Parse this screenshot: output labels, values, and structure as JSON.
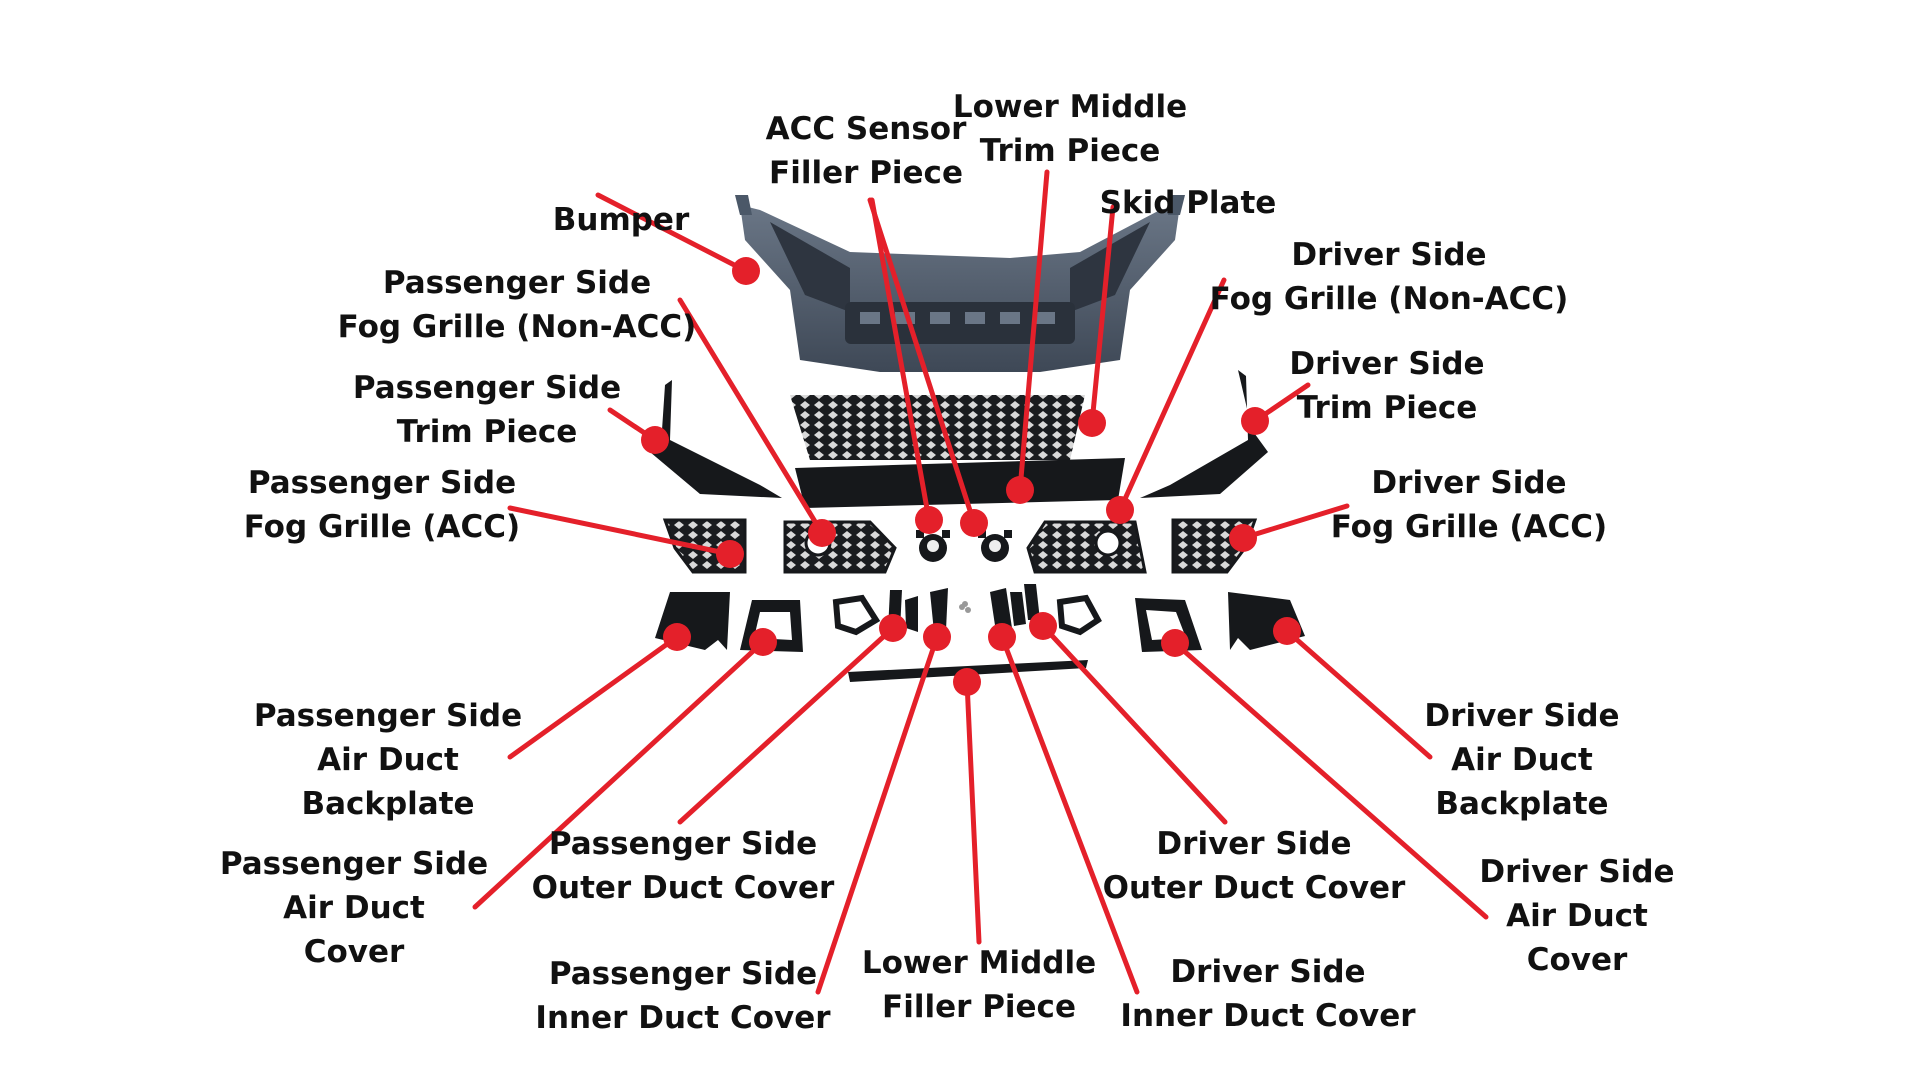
{
  "labels": [
    {
      "id": "bumper",
      "lines": [
        "Bumper"
      ]
    },
    {
      "id": "acc-sensor-filler",
      "lines": [
        "ACC Sensor",
        "Filler Piece"
      ]
    },
    {
      "id": "lower-middle-trim",
      "lines": [
        "Lower Middle",
        "Trim Piece"
      ]
    },
    {
      "id": "skid-plate",
      "lines": [
        "Skid Plate"
      ]
    },
    {
      "id": "passenger-fog-grille-non-acc",
      "lines": [
        "Passenger Side",
        "Fog Grille (Non-ACC)"
      ]
    },
    {
      "id": "driver-fog-grille-non-acc",
      "lines": [
        "Driver Side",
        "Fog Grille (Non-ACC)"
      ]
    },
    {
      "id": "passenger-trim-piece",
      "lines": [
        "Passenger Side",
        "Trim Piece"
      ]
    },
    {
      "id": "driver-trim-piece",
      "lines": [
        "Driver Side",
        "Trim Piece"
      ]
    },
    {
      "id": "passenger-fog-grille-acc",
      "lines": [
        "Passenger Side",
        "Fog Grille (ACC)"
      ]
    },
    {
      "id": "driver-fog-grille-acc",
      "lines": [
        "Driver Side",
        "Fog Grille (ACC)"
      ]
    },
    {
      "id": "passenger-air-duct-backplate",
      "lines": [
        "Passenger Side",
        "Air Duct",
        "Backplate"
      ]
    },
    {
      "id": "driver-air-duct-backplate",
      "lines": [
        "Driver Side",
        "Air Duct",
        "Backplate"
      ]
    },
    {
      "id": "passenger-air-duct-cover",
      "lines": [
        "Passenger Side",
        "Air Duct",
        "Cover"
      ]
    },
    {
      "id": "passenger-outer-duct-cover",
      "lines": [
        "Passenger Side",
        "Outer Duct Cover"
      ]
    },
    {
      "id": "driver-outer-duct-cover",
      "lines": [
        "Driver Side",
        "Outer Duct Cover"
      ]
    },
    {
      "id": "driver-air-duct-cover",
      "lines": [
        "Driver Side",
        "Air Duct",
        "Cover"
      ]
    },
    {
      "id": "passenger-inner-duct-cover",
      "lines": [
        "Passenger Side",
        "Inner Duct Cover"
      ]
    },
    {
      "id": "lower-middle-filler",
      "lines": [
        "Lower Middle",
        "Filler Piece"
      ]
    },
    {
      "id": "driver-inner-duct-cover",
      "lines": [
        "Driver Side",
        "Inner Duct Cover"
      ]
    }
  ],
  "colors": {
    "leader": "#e4202a",
    "part_body": "#4b5868",
    "part_black": "#16181b",
    "text": "#111111"
  }
}
